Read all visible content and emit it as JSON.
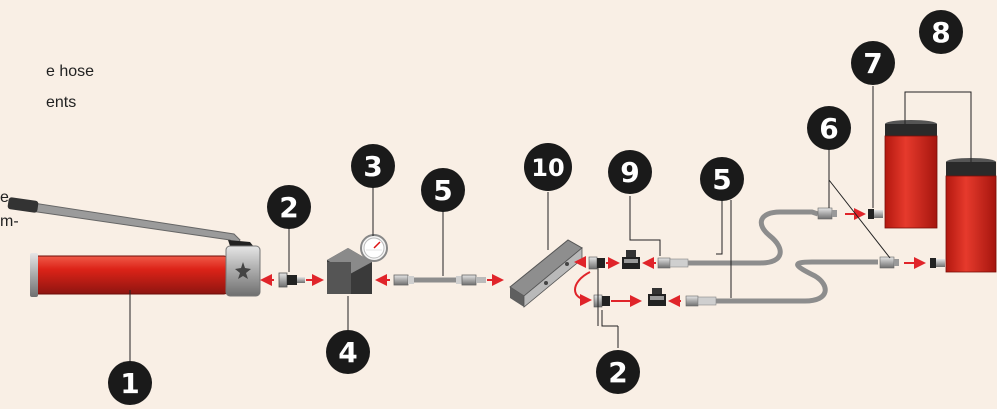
{
  "intro": {
    "line1": "e hose",
    "line2": "ents"
  },
  "side_text": {
    "line1": "e",
    "line2": "m-"
  },
  "callouts": [
    {
      "id": "callout-1",
      "label": "1"
    },
    {
      "id": "callout-2-left",
      "label": "2"
    },
    {
      "id": "callout-3",
      "label": "3"
    },
    {
      "id": "callout-4",
      "label": "4"
    },
    {
      "id": "callout-5-left",
      "label": "5"
    },
    {
      "id": "callout-10",
      "label": "10"
    },
    {
      "id": "callout-9",
      "label": "9"
    },
    {
      "id": "callout-5-right",
      "label": "5"
    },
    {
      "id": "callout-6",
      "label": "6"
    },
    {
      "id": "callout-7",
      "label": "7"
    },
    {
      "id": "callout-8",
      "label": "8"
    },
    {
      "id": "callout-2-bottom",
      "label": "2"
    }
  ],
  "colors": {
    "background": "#f9efe5",
    "cylinder_red": "#d9201c",
    "callout_black": "#1a1a1a",
    "arrow_red": "#e0242a",
    "metal_grey": "#9a9a9a"
  }
}
